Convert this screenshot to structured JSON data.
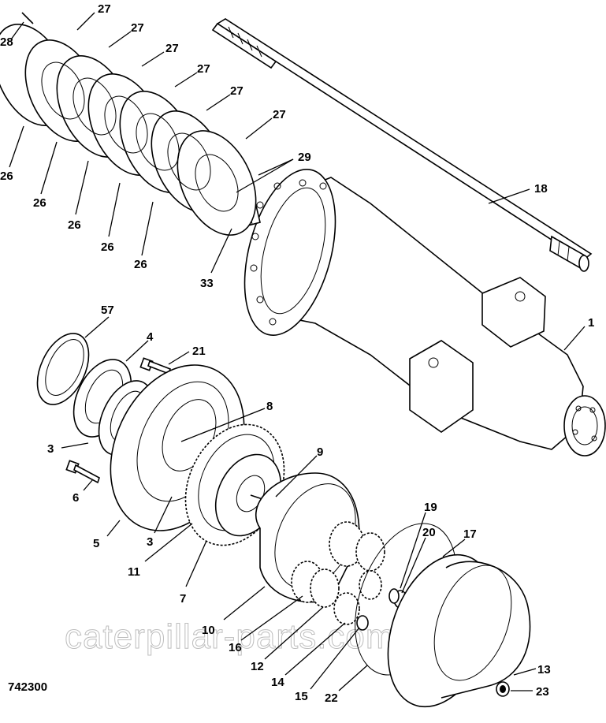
{
  "diagram": {
    "drawing_number": "742300",
    "watermark": "caterpillar-parts.com.ua",
    "callouts": [
      {
        "id": "c28",
        "text": "28"
      },
      {
        "id": "c27a",
        "text": "27"
      },
      {
        "id": "c27b",
        "text": "27"
      },
      {
        "id": "c27c",
        "text": "27"
      },
      {
        "id": "c27d",
        "text": "27"
      },
      {
        "id": "c27e",
        "text": "27"
      },
      {
        "id": "c27f",
        "text": "27"
      },
      {
        "id": "c26a",
        "text": "26"
      },
      {
        "id": "c26b",
        "text": "26"
      },
      {
        "id": "c26c",
        "text": "26"
      },
      {
        "id": "c26d",
        "text": "26"
      },
      {
        "id": "c26e",
        "text": "26"
      },
      {
        "id": "c29",
        "text": "29"
      },
      {
        "id": "c33",
        "text": "33"
      },
      {
        "id": "c18",
        "text": "18"
      },
      {
        "id": "c1",
        "text": "1"
      },
      {
        "id": "c57",
        "text": "57"
      },
      {
        "id": "c4",
        "text": "4"
      },
      {
        "id": "c21",
        "text": "21"
      },
      {
        "id": "c8",
        "text": "8"
      },
      {
        "id": "c3a",
        "text": "3"
      },
      {
        "id": "c6",
        "text": "6"
      },
      {
        "id": "c5",
        "text": "5"
      },
      {
        "id": "c3b",
        "text": "3"
      },
      {
        "id": "c11",
        "text": "11"
      },
      {
        "id": "c9",
        "text": "9"
      },
      {
        "id": "c7",
        "text": "7"
      },
      {
        "id": "c10",
        "text": "10"
      },
      {
        "id": "c16",
        "text": "16"
      },
      {
        "id": "c12",
        "text": "12"
      },
      {
        "id": "c14",
        "text": "14"
      },
      {
        "id": "c15",
        "text": "15"
      },
      {
        "id": "c22",
        "text": "22"
      },
      {
        "id": "c19",
        "text": "19"
      },
      {
        "id": "c20",
        "text": "20"
      },
      {
        "id": "c17",
        "text": "17"
      },
      {
        "id": "c13",
        "text": "13"
      },
      {
        "id": "c23",
        "text": "23"
      }
    ]
  }
}
